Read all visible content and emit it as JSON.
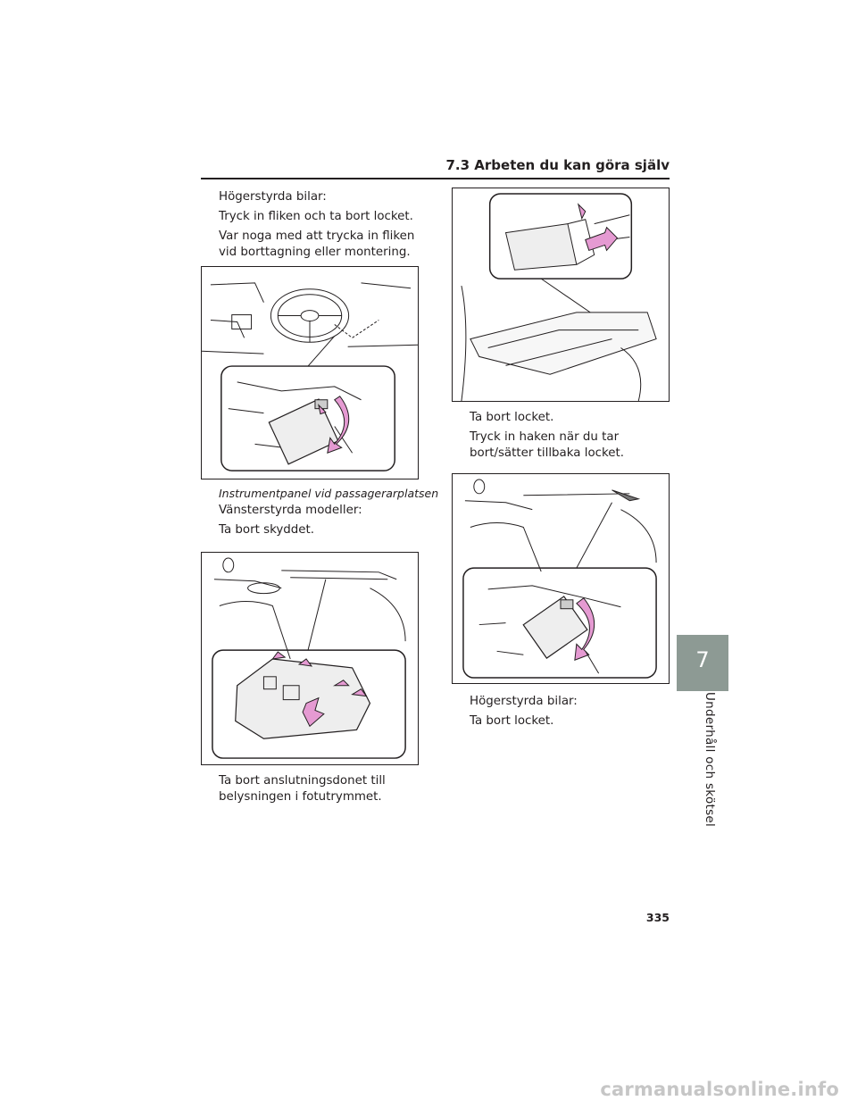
{
  "header": {
    "section_title": "7.3  Arbeten du kan göra själv"
  },
  "left_column": {
    "step_a": {
      "lines": [
        "Högerstyrda bilar:",
        "Tryck in fliken och ta bort locket.",
        "Var noga med att trycka in fliken vid borttagning eller montering."
      ]
    },
    "caption": "Instrumentpanel vid passagerarplatsen",
    "step_b": {
      "lines": [
        "Vänsterstyrda modeller:",
        "Ta bort skyddet."
      ]
    },
    "step_c": {
      "lines": [
        "Ta bort anslutningsdonet till belysningen i fotutrymmet."
      ]
    }
  },
  "right_column": {
    "step_d": {
      "lines": [
        "Ta bort locket.",
        "Tryck in haken när du tar bort/sätter tillbaka locket."
      ]
    },
    "step_e": {
      "lines": [
        "Högerstyrda bilar:",
        "Ta bort locket."
      ]
    }
  },
  "side_tab": {
    "number": "7",
    "label": "Underhåll och skötsel"
  },
  "page_number": "335",
  "watermark": "carmanualsonline.info",
  "colors": {
    "tab": "#8d9a94",
    "arrow": "#e59ad2",
    "text": "#231f20"
  }
}
